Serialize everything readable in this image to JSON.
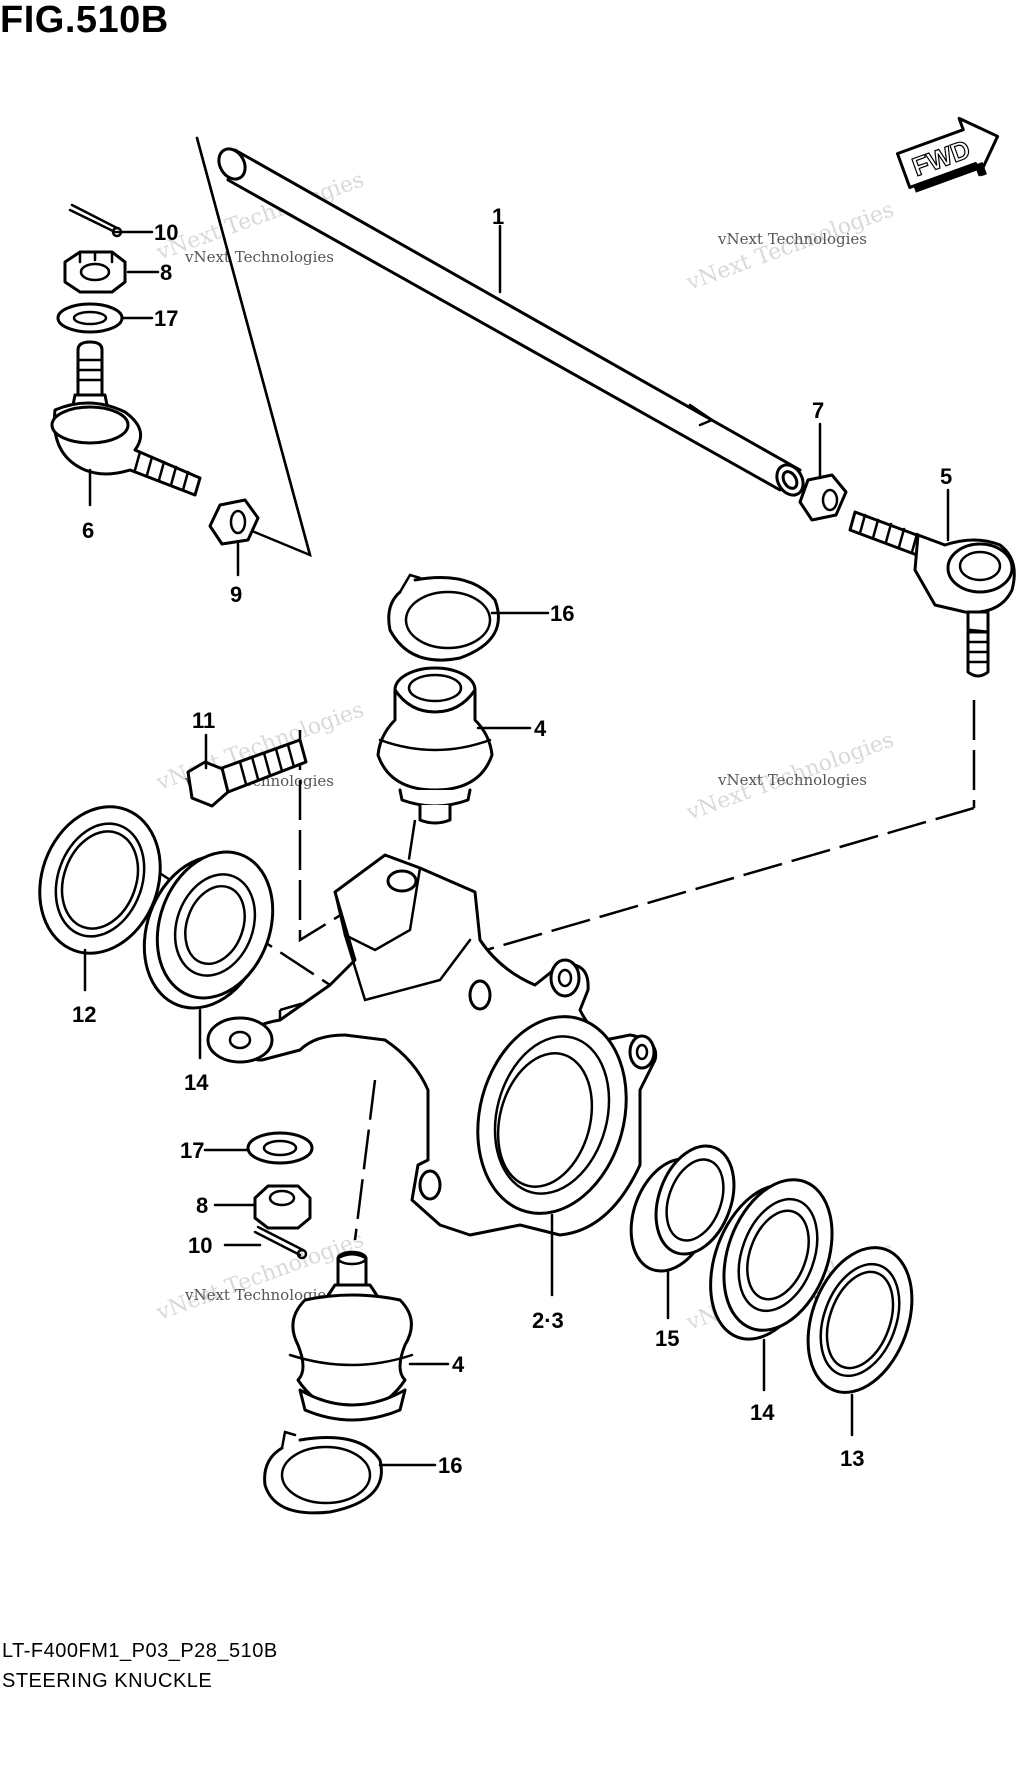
{
  "figure": {
    "title": "FIG.510B",
    "fwd_label": "FWD",
    "watermark": "vNext Technologies",
    "code": "LT-F400FM1_P03_P28_510B",
    "name": "STEERING KNUCKLE"
  },
  "callouts": {
    "c1": "1",
    "c5": "5",
    "c7": "7",
    "c10a": "10",
    "c8a": "8",
    "c17a": "17",
    "c6": "6",
    "c9": "9",
    "c16a": "16",
    "c11": "11",
    "c4a": "4",
    "c12": "12",
    "c14a": "14",
    "c17b": "17",
    "c8b": "8",
    "c10b": "10",
    "c4b": "4",
    "c16b": "16",
    "c23": "2·3",
    "c15": "15",
    "c14b": "14",
    "c13": "13"
  },
  "colors": {
    "line": "#000000",
    "background": "#ffffff",
    "watermark": "#d9d9d9"
  }
}
